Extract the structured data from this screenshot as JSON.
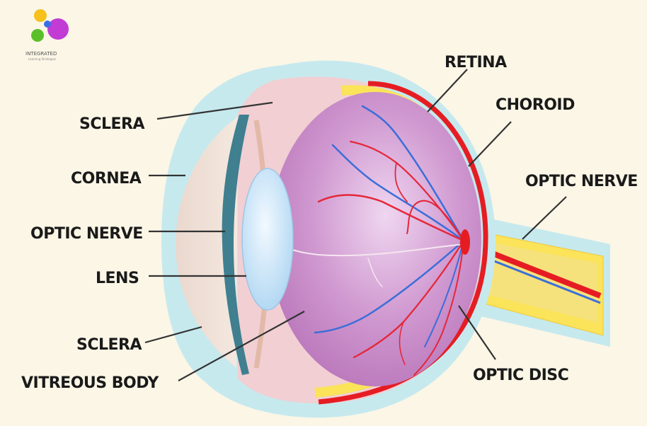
{
  "logo": {
    "name": "INTEGRATED",
    "tagline": "Learning Strategies",
    "dot_colors": [
      "#f6c11b",
      "#c23bd4",
      "#5bbf2a",
      "#3a6ee8"
    ]
  },
  "labels": {
    "retina": "RETINA",
    "choroid": "CHOROID",
    "optic_nerve_right": "OPTIC NERVE",
    "optic_disc": "OPTIC DISC",
    "sclera_top": "SCLERA",
    "cornea": "CORNEA",
    "optic_nerve_left": "OPTIC NERVE",
    "lens": "LENS",
    "sclera_bottom": "SCLERA",
    "vitreous_body": "VITREOUS BODY"
  },
  "colors": {
    "background": "#fbf6e6",
    "sclera_outer": "#c6e9ee",
    "sclera_inner": "#f1cfd3",
    "vitreous": "#c98ec9",
    "lens": "#d6ecfa",
    "retina_red": "#e51d23",
    "choroid_yellow": "#fbe35a",
    "artery": "#e4283a",
    "vein": "#3b6ed9",
    "cornea_band": "#3f7f8f"
  }
}
